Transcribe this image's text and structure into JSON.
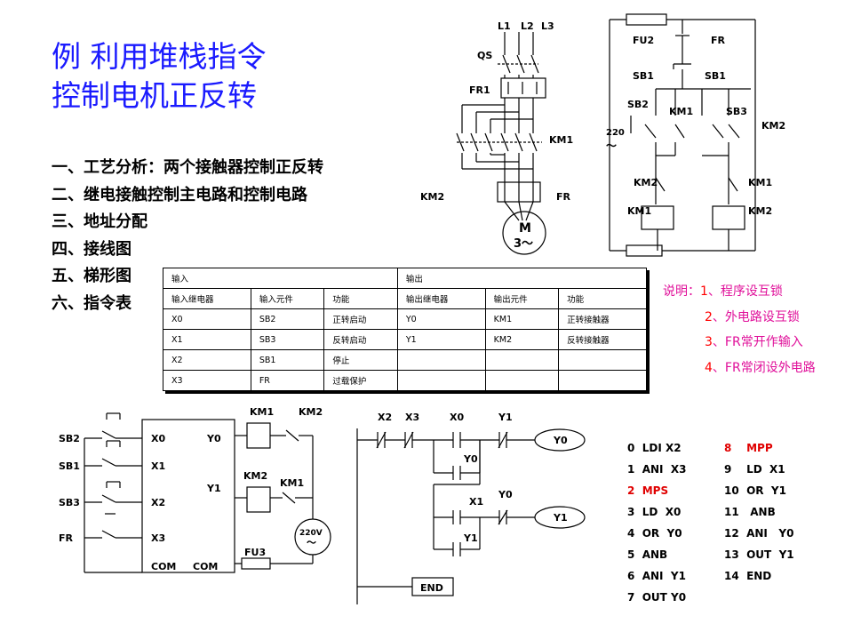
{
  "title": {
    "line1": "例  利用堆栈指令",
    "line2": "控制电机正反转"
  },
  "steps": [
    "一、工艺分析：两个接触器控制正反转",
    "二、继电接触控制主电路和控制电路",
    "三、地址分配",
    "四、接线图",
    "五、梯形图",
    "六、指令表"
  ],
  "io_table": {
    "input_header": "输入",
    "output_header": "输出",
    "columns": [
      "输入继电器",
      "输入元件",
      "功能",
      "输出继电器",
      "输出元件",
      "功能"
    ],
    "rows": [
      [
        "X0",
        "SB2",
        "正转启动",
        "Y0",
        "KM1",
        "正转接触器"
      ],
      [
        "X1",
        "SB3",
        "反转启动",
        "Y1",
        "KM2",
        "反转接触器"
      ],
      [
        "X2",
        "SB1",
        "停止",
        "",
        "",
        ""
      ],
      [
        "X3",
        "FR",
        "过载保护",
        "",
        "",
        ""
      ]
    ]
  },
  "notes": {
    "heading": "说明：",
    "items": [
      {
        "num": "1",
        "text": "、程序设互锁"
      },
      {
        "num": "2",
        "text": "、外电路设互锁"
      },
      {
        "num": "3",
        "text": "、FR常开作输入"
      },
      {
        "num": "4",
        "text": "、FR常闭设外电路"
      }
    ]
  },
  "main_circuit": {
    "phases": [
      "L1",
      "L2",
      "L3"
    ],
    "qs": "QS",
    "fr1": "FR1",
    "km1": "KM1",
    "km2": "KM2",
    "fr": "FR",
    "motor_m": "M",
    "motor_phase": "3～"
  },
  "control_circuit": {
    "fu2": "FU2",
    "fr": "FR",
    "sb1a": "SB1",
    "sb1b": "SB1",
    "sb2": "SB2",
    "km1": "KM1",
    "sb3": "SB3",
    "km2": "KM2",
    "voltage": "220",
    "tilde": "～",
    "km2_interlock": "KM2",
    "km1_interlock": "KM1",
    "coil_km1": "KM1",
    "coil_km2": "KM2"
  },
  "wiring": {
    "sb2": "SB2",
    "sb1": "SB1",
    "sb3": "SB3",
    "fr": "FR",
    "x0": "X0",
    "x1": "X1",
    "x2": "X2",
    "x3": "X3",
    "com_in": "COM",
    "y0": "Y0",
    "y1": "Y1",
    "com_out": "COM",
    "km1_top": "KM1",
    "km2_top": "KM2",
    "km2_mid": "KM2",
    "km1_mid": "KM1",
    "voltage": "220V",
    "tilde": "～",
    "fu3": "FU3"
  },
  "ladder": {
    "x2": "X2",
    "x3": "X3",
    "x0": "X0",
    "y1_top": "Y1",
    "coil_y0": "Y0",
    "y0_branch": "Y0",
    "x1": "X1",
    "y0_mid": "Y0",
    "coil_y1": "Y1",
    "y1_branch": "Y1",
    "end": "END"
  },
  "instructions": {
    "col1": [
      {
        "n": "0",
        "op": "LDI",
        "arg": "X2",
        "red": false
      },
      {
        "n": "1",
        "op": "ANI",
        "arg": "X3",
        "red": false
      },
      {
        "n": "2",
        "op": "MPS",
        "arg": "",
        "red": true
      },
      {
        "n": "3",
        "op": "LD",
        "arg": "X0",
        "red": false
      },
      {
        "n": "4",
        "op": "OR",
        "arg": "Y0",
        "red": false
      },
      {
        "n": "5",
        "op": "ANB",
        "arg": "",
        "red": false
      },
      {
        "n": "6",
        "op": "ANI",
        "arg": "Y1",
        "red": false
      },
      {
        "n": "7",
        "op": "OUT",
        "arg": "Y0",
        "red": false
      }
    ],
    "col2": [
      {
        "n": "8",
        "op": "MPP",
        "arg": "",
        "red": true
      },
      {
        "n": "9",
        "op": "LD",
        "arg": "X1",
        "red": false
      },
      {
        "n": "10",
        "op": "OR",
        "arg": "Y1",
        "red": false
      },
      {
        "n": "11",
        "op": "ANB",
        "arg": "",
        "red": false
      },
      {
        "n": "12",
        "op": "ANI",
        "arg": "Y0",
        "red": false
      },
      {
        "n": "13",
        "op": "OUT",
        "arg": "Y1",
        "red": false
      },
      {
        "n": "14",
        "op": "END",
        "arg": "",
        "red": false
      }
    ]
  }
}
